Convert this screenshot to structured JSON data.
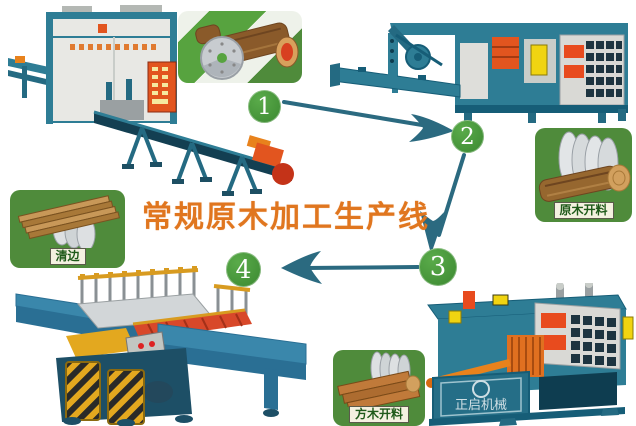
{
  "title": {
    "text": "常规原木加工生产线"
  },
  "steps": [
    {
      "number": "1"
    },
    {
      "number": "2"
    },
    {
      "number": "3"
    },
    {
      "number": "4"
    }
  ],
  "insets": {
    "log_crosscut": {
      "label": ""
    },
    "log_cutting": {
      "label": "原木开料"
    },
    "edge_trimming": {
      "label": "清边"
    },
    "square_cutting": {
      "label": "方木开料"
    }
  },
  "machines": {
    "brand_watermark": "正启机械"
  },
  "colors": {
    "title_orange": "#e0761f",
    "step_green": "#449238",
    "arrow_teal": "#2b6a80",
    "inset_green": "#4f8b3b",
    "machine_teal": "#2e7d95",
    "machine_steel_blue": "#3a87ab",
    "accent_orange": "#e2551f",
    "hazard_gold": "#e3a81f"
  }
}
